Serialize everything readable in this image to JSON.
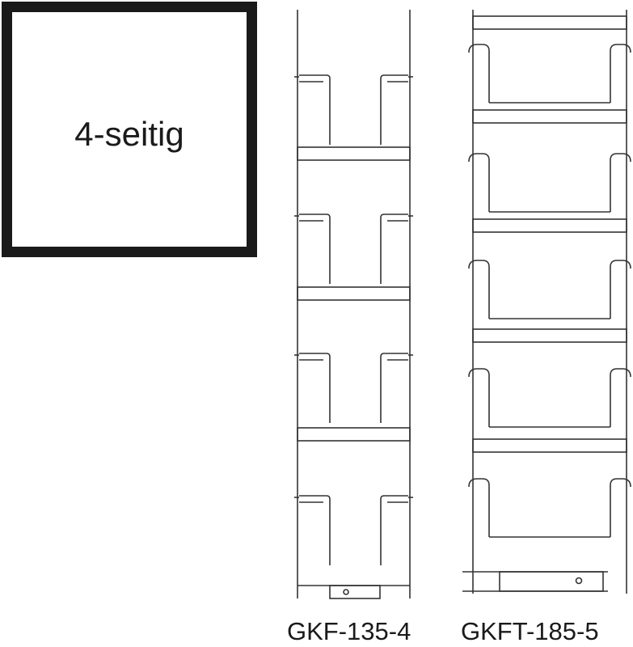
{
  "sample_box": {
    "label": "4-seitig"
  },
  "racks": [
    {
      "model": "GKF-135-4",
      "pockets": 4
    },
    {
      "model": "GKFT-185-5",
      "pockets": 5
    }
  ],
  "colors": {
    "line": "#333333",
    "text": "#1a1a1a"
  }
}
